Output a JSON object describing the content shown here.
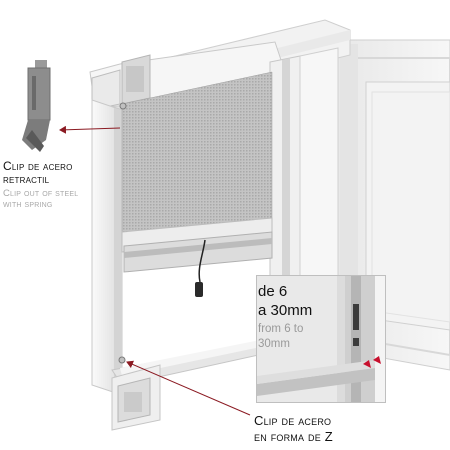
{
  "labels": {
    "clip_top_es_line1": "Clip de acero",
    "clip_top_es_line2": "retractil",
    "clip_top_en_line1": "Clip out of steel",
    "clip_top_en_line2": "with spring",
    "clip_z_es_line1": "Clip de acero",
    "clip_z_es_line2": "en forma de Z"
  },
  "zoom_detail": {
    "range_es_line1": "de 6",
    "range_es_line2": "a 30mm",
    "range_en_line1": "from 6 to",
    "range_en_line2": "30mm"
  },
  "colors": {
    "frame_white": "#f1f1f1",
    "frame_shade": "#d6d6d6",
    "mesh_grey": "#b9b9b9",
    "arrow_red": "#8b1a22",
    "marker_red": "#c8102e"
  }
}
